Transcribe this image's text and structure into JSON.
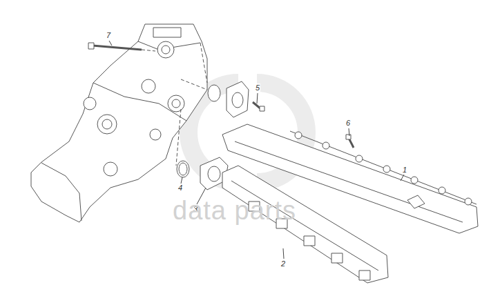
{
  "diagram": {
    "labels": [
      "7",
      "5",
      "6",
      "1",
      "4",
      "3",
      "2",
      "data parts"
    ]
  }
}
